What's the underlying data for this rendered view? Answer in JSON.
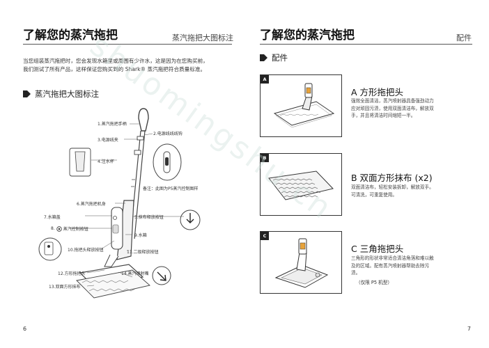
{
  "left": {
    "title": "了解您的蒸汽拖把",
    "section_label": "蒸汽拖把大图标注",
    "intro": "当您组装蒸汽拖把时，您会发现水箱里或周围有少许水，这是因为在您购买前，我们测试了所有产品，这样保证您购买到的 Shark® 蒸汽拖把符合质量标准。",
    "diagram_heading": "蒸汽拖把大图标注",
    "callouts": [
      "1.蒸汽拖把手柄",
      "2.电源线线线钩",
      "3.电源线夹",
      "4.注水杯",
      "备注：此图为P5蒸汽控制图样",
      "5.抹布释放按钮",
      "6.蒸汽拖把机身",
      "7.水箱盖",
      "8.",
      "蒸汽控制按钮",
      "9.水箱",
      "10.拖把头释放按钮",
      "11.二级释放按钮",
      "12.方形拖把头",
      "13.双面方形抹布",
      "14.蒸汽喷射嘴"
    ],
    "page_number": "6"
  },
  "right": {
    "title": "了解您的蒸汽拖把",
    "section_label": "配件",
    "heading": "配件",
    "accessories": [
      {
        "tag": "A",
        "title": "A  方形拖把头",
        "desc": "强效全面清洁，蒸汽喷射器具备强劲动力应对顽固污渍，使用双面清洁布，解放双手，并且将清洁时间缩短一半。"
      },
      {
        "tag": "B",
        "title": "B  双面方形抹布 (x2)",
        "desc": "双面清洁布，轻松安装拆卸，解放双手。可清洗，可重复使用。"
      },
      {
        "tag": "C",
        "title": "C  三角拖把头",
        "desc": "三角形的形状非常适合清洁角落和难以触及的区域。配有蒸汽喷射器帮助去除污渍。",
        "note": "（仅限 P5 机型）"
      }
    ],
    "page_number": "7"
  },
  "watermark": "shuomingshu.cn",
  "colors": {
    "text": "#222222",
    "rule": "#555555",
    "tag_bg": "#222222",
    "watermark": "#c7dcd6"
  }
}
